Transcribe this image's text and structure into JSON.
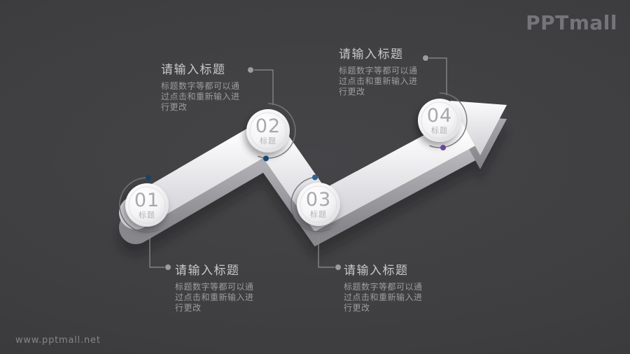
{
  "background": {
    "base": "#3e3e40"
  },
  "logo": {
    "text": "PPTmall"
  },
  "footer": {
    "url": "www.pptmall.net"
  },
  "diagram": {
    "type": "3d-zigzag-arrow-timeline",
    "steps_count": 4,
    "nodes": [
      {
        "number": "01",
        "label": "标题",
        "dot_color": "#1e4163"
      },
      {
        "number": "02",
        "label": "标题",
        "dot_color": "#17496f"
      },
      {
        "number": "03",
        "label": "标题",
        "dot_color": "#2e6290"
      },
      {
        "number": "04",
        "label": "标题",
        "dot_color": "#6f43a1"
      }
    ],
    "callouts": [
      {
        "position": "bottom-left",
        "title": "请输入标题",
        "body": "标题数字等都可以通过点击和重新输入进行更改"
      },
      {
        "position": "top-left",
        "title": "请输入标题",
        "body": "标题数字等都可以通过点击和重新输入进行更改"
      },
      {
        "position": "bottom-middle",
        "title": "请输入标题",
        "body": "标题数字等都可以通过点击和重新输入进行更改"
      },
      {
        "position": "top-right",
        "title": "请输入标题",
        "body": "标题数字等都可以通过点击和重新输入进行更改"
      }
    ]
  }
}
